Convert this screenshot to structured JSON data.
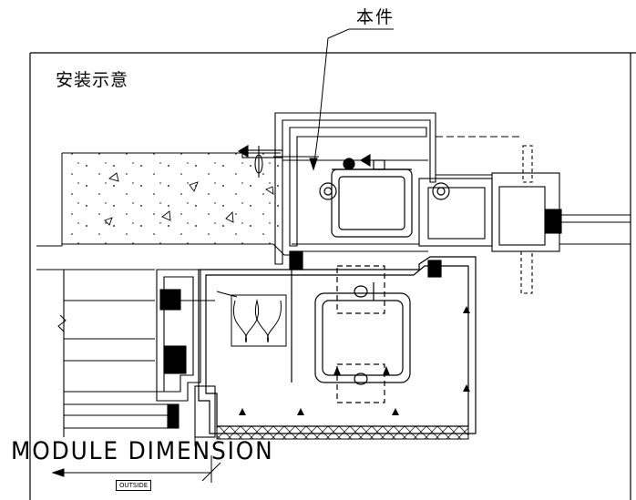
{
  "labels": {
    "part": "本件",
    "installation": "安装示意",
    "module_dimension": "MODULE DIMENSION",
    "outside": "OUTSIDE"
  },
  "colors": {
    "line": "#000000",
    "background": "#ffffff",
    "hatch": "#000000"
  }
}
